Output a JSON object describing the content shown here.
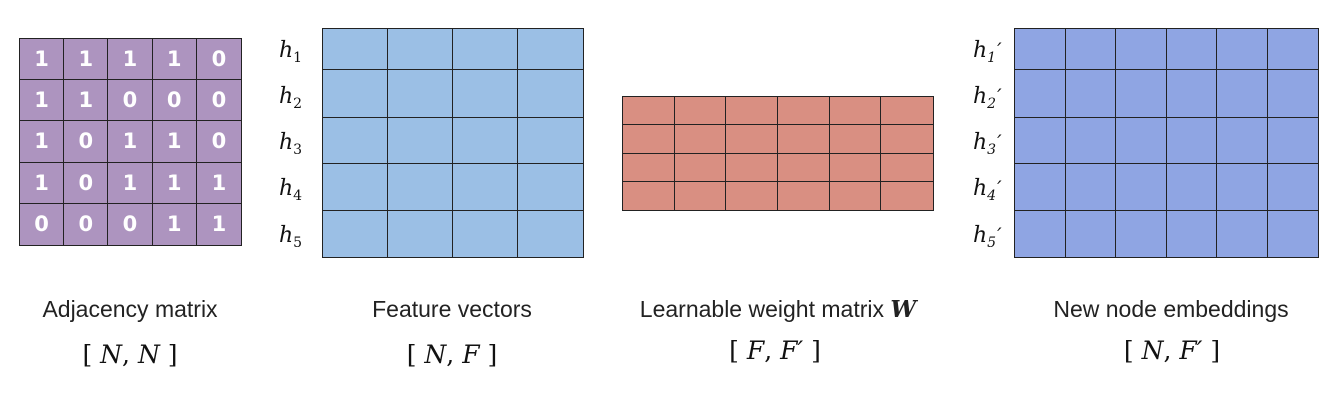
{
  "adjacency": {
    "caption": "Adjacency matrix",
    "shape_open": "[",
    "shape_a": "N",
    "shape_sep": ",",
    "shape_b": "N",
    "shape_close": "]",
    "rows": [
      [
        "1",
        "1",
        "1",
        "1",
        "0"
      ],
      [
        "1",
        "1",
        "0",
        "0",
        "0"
      ],
      [
        "1",
        "0",
        "1",
        "1",
        "0"
      ],
      [
        "1",
        "0",
        "1",
        "1",
        "1"
      ],
      [
        "0",
        "0",
        "0",
        "1",
        "1"
      ]
    ]
  },
  "features": {
    "caption": "Feature vectors",
    "shape_open": "[",
    "shape_a": "N",
    "shape_sep": ",",
    "shape_b": "F",
    "shape_close": "]",
    "row_labels": [
      {
        "base": "h",
        "sub": "1"
      },
      {
        "base": "h",
        "sub": "2"
      },
      {
        "base": "h",
        "sub": "3"
      },
      {
        "base": "h",
        "sub": "4"
      },
      {
        "base": "h",
        "sub": "5"
      }
    ],
    "row_count": 5,
    "col_count": 4
  },
  "weight": {
    "caption": "Learnable weight matrix",
    "symbol": "W",
    "shape_open": "[",
    "shape_a": "F",
    "shape_sep": ",",
    "shape_b": "F′",
    "shape_close": "]",
    "row_count": 4,
    "col_count": 6
  },
  "embeddings": {
    "caption": "New node embeddings",
    "shape_open": "[",
    "shape_a": "N",
    "shape_sep": ",",
    "shape_b": "F′",
    "shape_close": "]",
    "row_labels": [
      {
        "base": "h",
        "sub": "1",
        "prime": "′"
      },
      {
        "base": "h",
        "sub": "2",
        "prime": "′"
      },
      {
        "base": "h",
        "sub": "3",
        "prime": "′"
      },
      {
        "base": "h",
        "sub": "4",
        "prime": "′"
      },
      {
        "base": "h",
        "sub": "5",
        "prime": "′"
      }
    ],
    "row_count": 5,
    "col_count": 6
  },
  "colors": {
    "adjacency": "#ad94bf",
    "features": "#9bbfe5",
    "weight": "#d98f82",
    "embeddings": "#8fa5e3"
  }
}
